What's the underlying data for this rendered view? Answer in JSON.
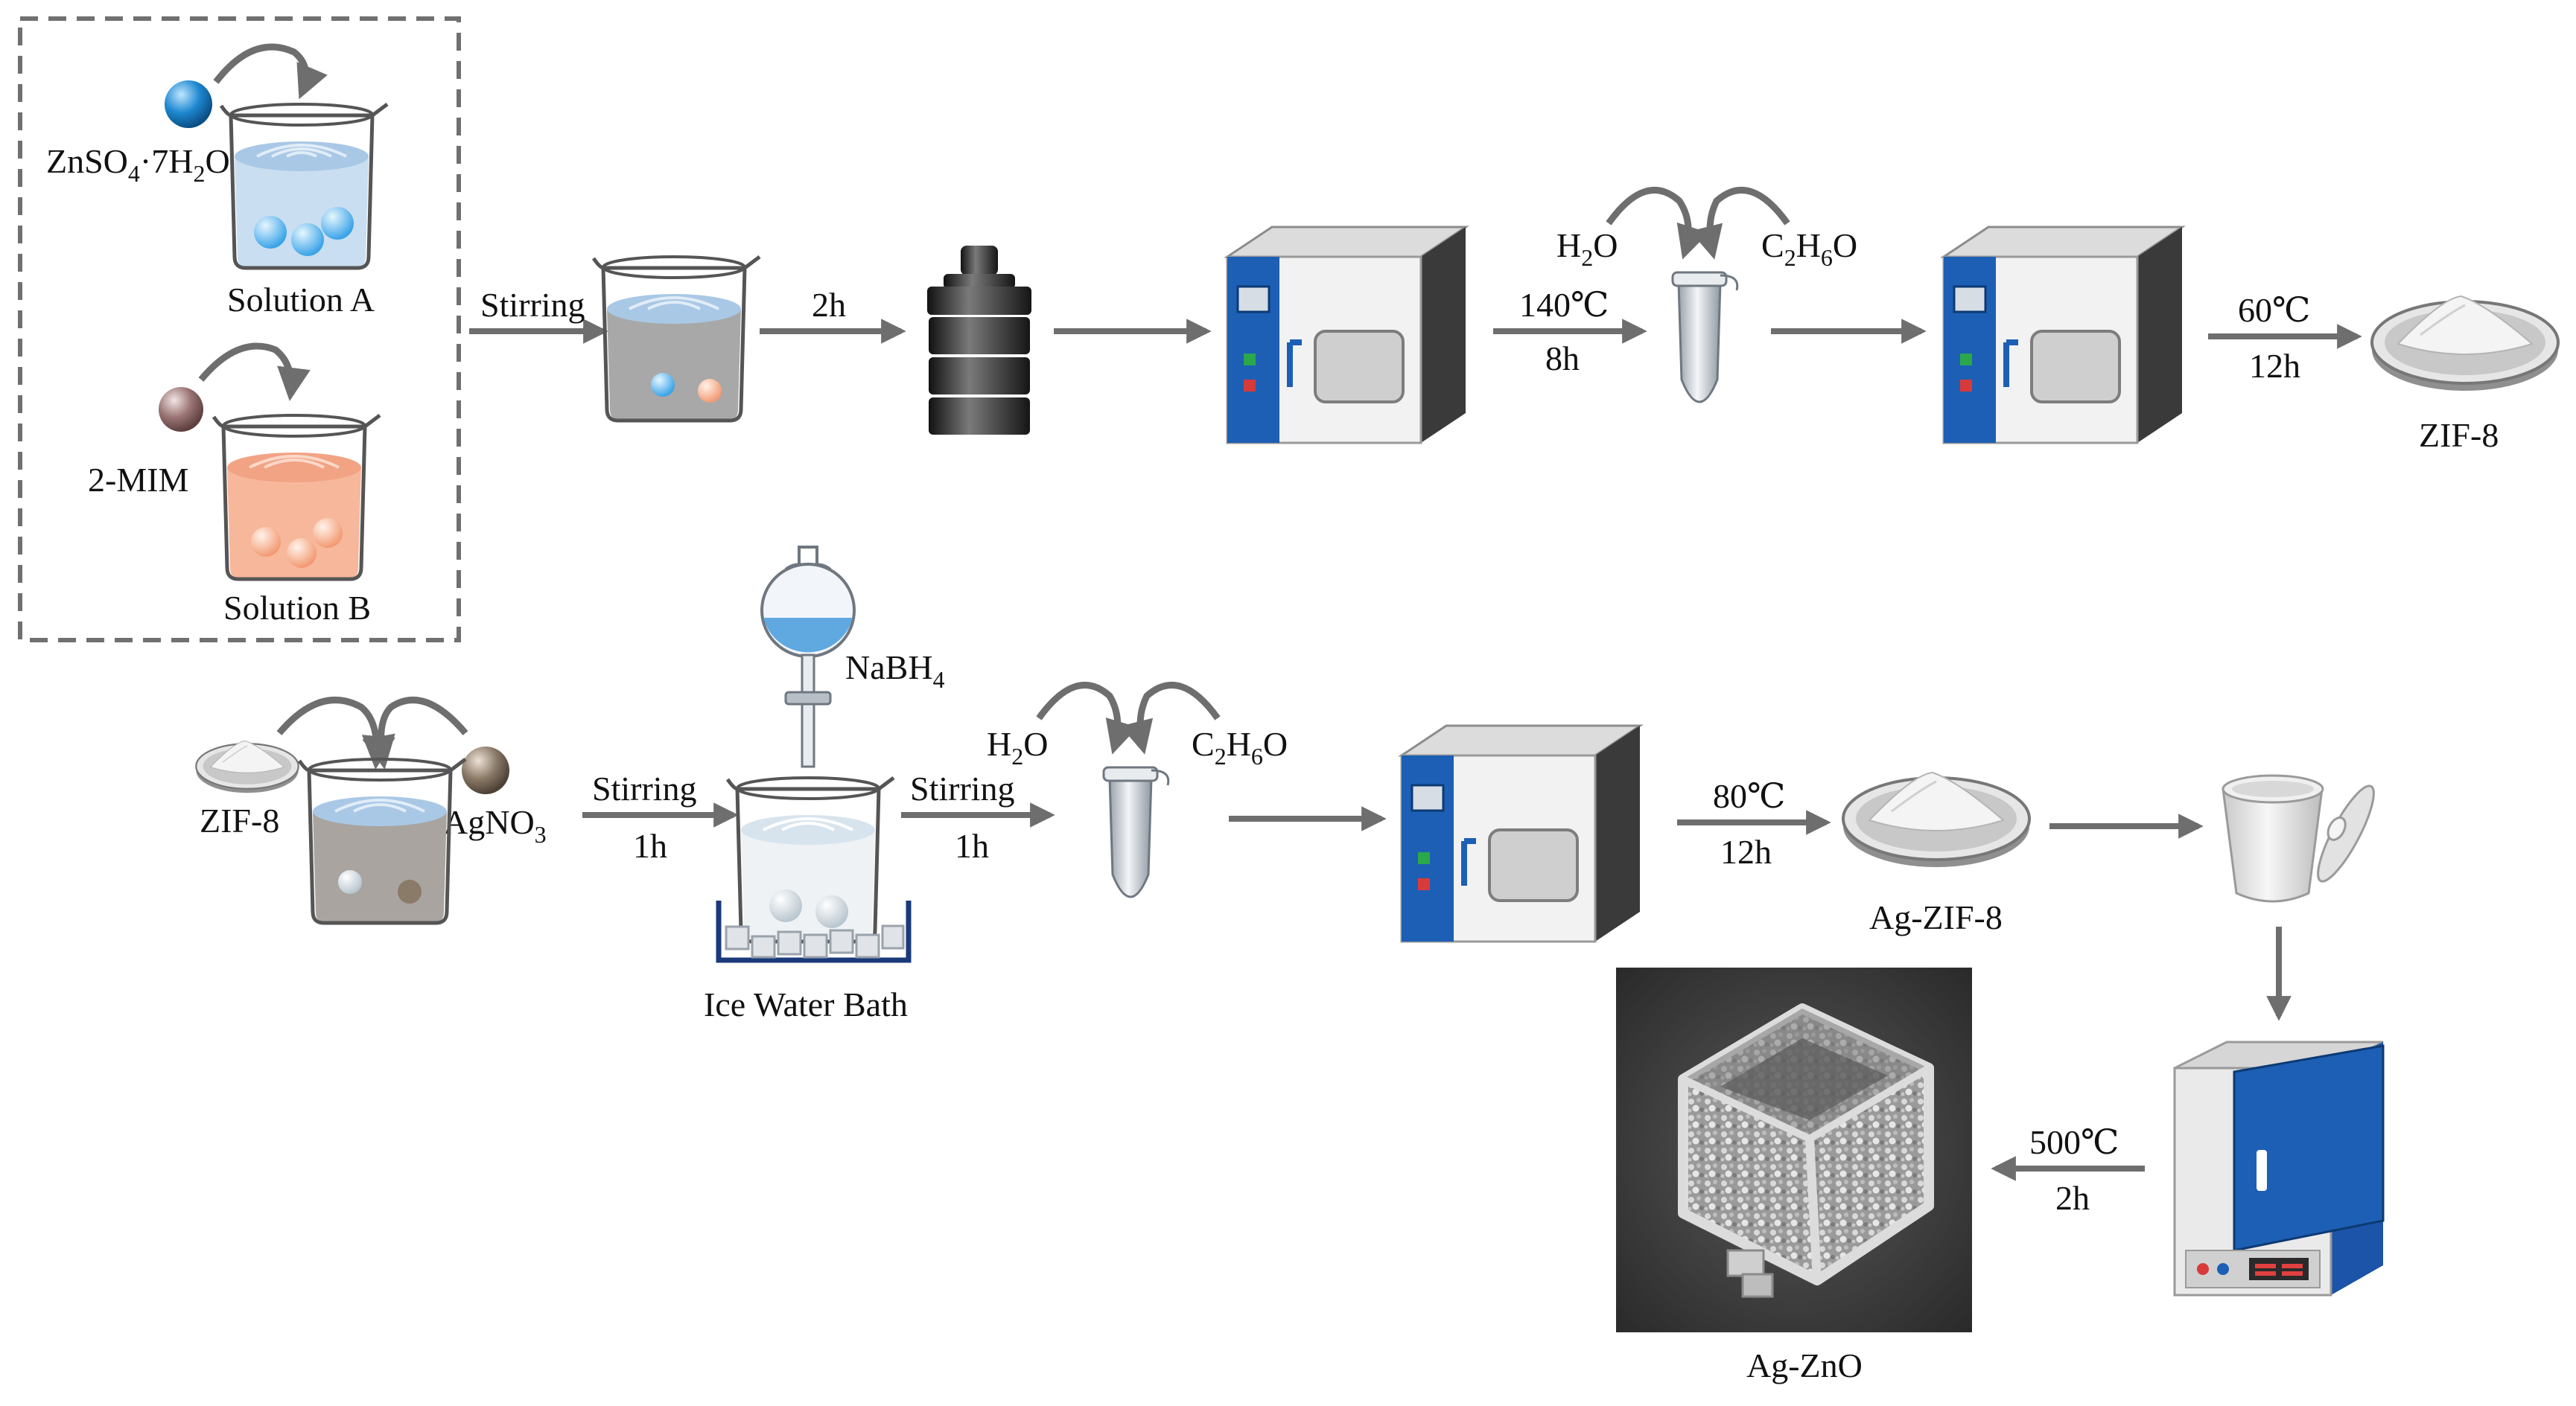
{
  "labels": {
    "zinc_salt": "ZnSO",
    "zinc_salt_sub": "4",
    "zinc_salt_mid": "·7H",
    "zinc_salt_sub2": "2",
    "zinc_salt_end": "O",
    "solution_a": "Solution A",
    "mim": "2-MIM",
    "solution_b": "Solution B",
    "stirring_1": "Stirring",
    "time_2h_1": "2h",
    "water_1": "H",
    "water_1_sub": "2",
    "water_1_end": "O",
    "ethanol_1": "C",
    "ethanol_1_sub1": "2",
    "ethanol_1_mid": "H",
    "ethanol_1_sub2": "6",
    "ethanol_1_end": "O",
    "temp_140": "140℃",
    "time_8h": "8h",
    "temp_60": "60℃",
    "time_12h_1": "12h",
    "zif8_product": "ZIF-8",
    "zif8_reagent": "ZIF-8",
    "agno3": "AgNO",
    "agno3_sub": "3",
    "stirring_2": "Stirring",
    "time_1h_1": "1h",
    "nabh4": "NaBH",
    "nabh4_sub": "4",
    "ice_bath": "Ice Water Bath",
    "stirring_3": "Stirring",
    "time_1h_2": "1h",
    "water_2": "H",
    "water_2_sub": "2",
    "water_2_end": "O",
    "ethanol_2": "C",
    "ethanol_2_sub1": "2",
    "ethanol_2_mid": "H",
    "ethanol_2_sub2": "6",
    "ethanol_2_end": "O",
    "temp_80": "80℃",
    "time_12h_2": "12h",
    "ag_zif8": "Ag-ZIF-8",
    "temp_500": "500℃",
    "time_2h_2": "2h",
    "ag_zno": "Ag-ZnO"
  },
  "colors": {
    "arrow": "#6e6e6e",
    "oven_blue": "#1d5fb4",
    "zinc_ball": "#1e88d0",
    "mim_ball": "#8a6464",
    "agno3_ball": "#7a6a5a",
    "solution_b": "#f7b79a",
    "sem_bg": "#3c3c3c"
  },
  "icons": [
    "beaker-icon",
    "autoclave-icon",
    "drying-oven-icon",
    "centrifuge-tube-icon",
    "powder-dish-icon",
    "separatory-funnel-icon",
    "ice-bath-icon",
    "crucible-icon",
    "muffle-furnace-icon",
    "sem-micrograph-icon"
  ]
}
